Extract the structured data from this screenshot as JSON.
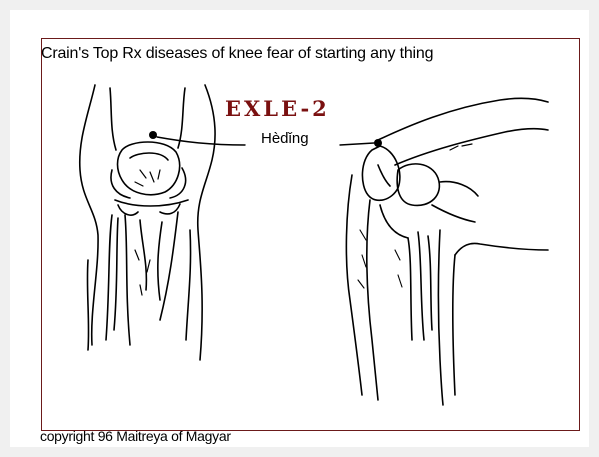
{
  "figure": {
    "title": "Crain's Top  Rx diseases of knee fear of starting any thing",
    "point_code": "EXLE-2",
    "point_name": "Hèdǐng",
    "copyright": "copyright 96 Maitreya of Magyar"
  },
  "colors": {
    "background": "#f0f0f0",
    "frame": "#6b1a1a",
    "point_code_text": "#7a1010",
    "line": "#000000"
  }
}
